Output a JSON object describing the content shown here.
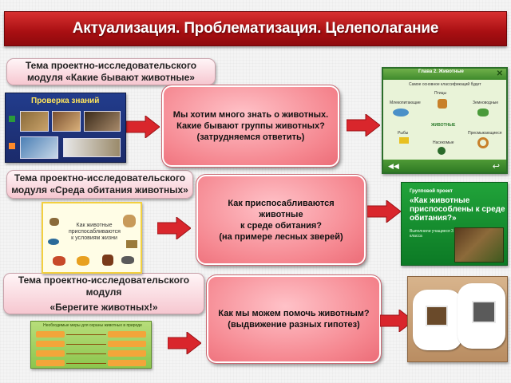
{
  "title": "Актуализация. Проблематизация. Целеполагание",
  "themes": [
    {
      "lines": [
        "Тема проектно-исследовательского",
        "модуля  «Какие бывают животные»"
      ]
    },
    {
      "lines": [
        "Тема проектно-исследовательского",
        "модуля «Среда обитания животных»"
      ]
    },
    {
      "lines": [
        "Тема проектно-исследовательского модуля",
        "«Берегите животных!»"
      ]
    }
  ],
  "questions": [
    {
      "lines": [
        "Мы хотим много знать о животных.",
        "Какие бывают группы животных?",
        "(затрудняемся ответить)"
      ]
    },
    {
      "lines": [
        "Как приспосабливаются",
        "животные",
        "к среде обитания?",
        "(на примере лесных зверей)"
      ]
    },
    {
      "lines": [
        "Как мы можем помочь животным?",
        "(выдвижение разных гипотез)"
      ]
    }
  ],
  "thumbnails": {
    "quiz": {
      "heading": "Проверка  знаний"
    },
    "classification": {
      "title": "Глава 2. Животные",
      "subtitle": "Самое основное классификаций будет",
      "labels": [
        "Млекопитающие",
        "Птицы",
        "Земноводные",
        "ЖИВОТНЫЕ",
        "Рыбы",
        "Насекомые",
        "Пресмыкающиеся"
      ]
    },
    "collage": {
      "text": "Как животные приспосабливаются к условиям жизни"
    },
    "green_slide": {
      "small": "Групповой проект",
      "big": "«Как животные приспособлены к среде обитания?»",
      "note": "Выполнили учащиеся 3 класса"
    },
    "flowchart": {
      "heading": "Необходимые меры для охраны животных в природе"
    }
  },
  "colors": {
    "title_bar": "#a80f12",
    "arrow": "#d9262c",
    "question_box": "#f5868f",
    "theme_pill": "#f6c7d0"
  }
}
